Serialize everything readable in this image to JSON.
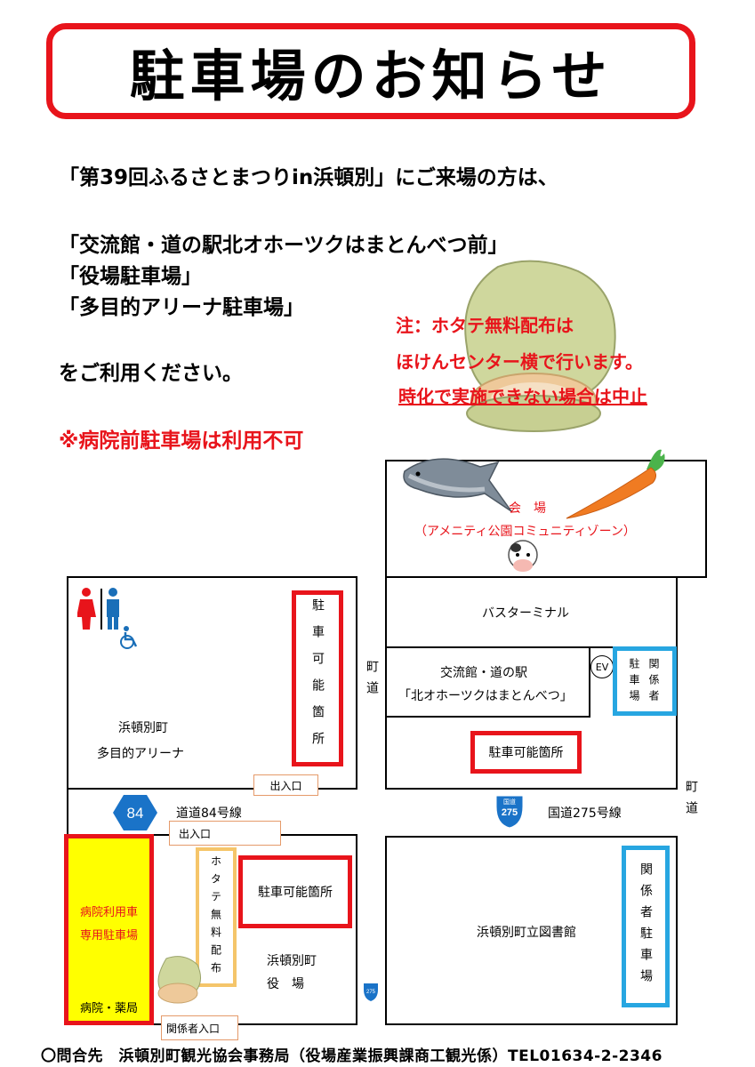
{
  "title": "駐車場のお知らせ",
  "intro": {
    "line1": "「第39回ふるさとまつりin浜頓別」にご来場の方は、",
    "lots": [
      "「交流館・道の駅北オホーツクはまとんべつ前」",
      "「役場駐車場」",
      "「多目的アリーナ駐車場」"
    ],
    "closing": "をご利用ください。",
    "warning": "※病院前駐車場は利用不可"
  },
  "note": {
    "line1": "注：ホタテ無料配布は",
    "line2": "ほけんセンター横で行います。",
    "line3": "時化で実施できない場合は中止"
  },
  "map": {
    "venue_label": "会　場",
    "venue_sub": "（アメニティ公園コミュニティゾーン）",
    "bus_terminal": "バスターミナル",
    "road_town": "町道",
    "koryukan_line1": "交流館・道の駅",
    "koryukan_line2": "「北オホーツクはまとんべつ」",
    "ev": "EV",
    "staff_parking_small": "関係者駐車場",
    "parking_ok_vertical": "駐車可能箇所",
    "parking_ok": "駐車可能箇所",
    "arena_line1": "浜頓別町",
    "arena_line2": "多目的アリーナ",
    "entrance": "出入口",
    "route84_num": "84",
    "route84_label": "道道84号線",
    "route275_num": "275",
    "route275_top": "国道",
    "route275_label": "国道275号線",
    "hospital_line1": "病院利用車",
    "hospital_line2": "専用駐車場",
    "hospital_bottom": "病院・薬局",
    "scallop_dist": "ホタテ無料配布",
    "townhall_line1": "浜頓別町",
    "townhall_line2": "役　場",
    "library": "浜頓別町立図書館",
    "staff_parking_large": "関係者駐車場",
    "staff_entrance": "関係者入口"
  },
  "footer": "〇問合先　浜頓別町観光協会事務局（役場産業振興課商工観光係）TEL01634-2-2346",
  "colors": {
    "red": "#e8141b",
    "blue": "#27a6e1",
    "yellow": "#ffff00",
    "orange": "#f5c56a",
    "route_blue": "#1a73c8"
  }
}
